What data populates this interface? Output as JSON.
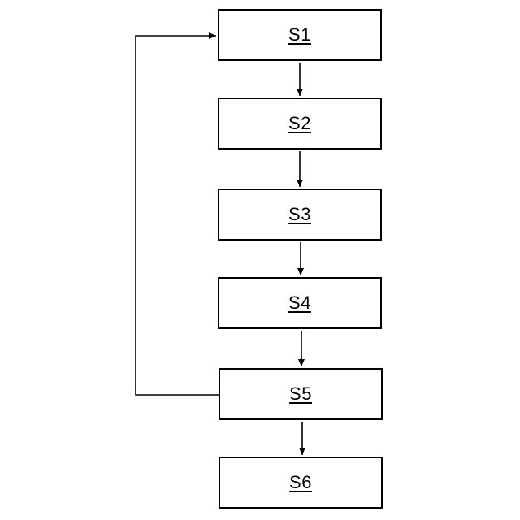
{
  "steps": [
    {
      "id": "s1",
      "label": "S1"
    },
    {
      "id": "s2",
      "label": "S2"
    },
    {
      "id": "s3",
      "label": "S3"
    },
    {
      "id": "s4",
      "label": "S4"
    },
    {
      "id": "s5",
      "label": "S5"
    },
    {
      "id": "s6",
      "label": "S6"
    }
  ],
  "colors": {
    "stroke": "#000000",
    "background": "#ffffff"
  }
}
